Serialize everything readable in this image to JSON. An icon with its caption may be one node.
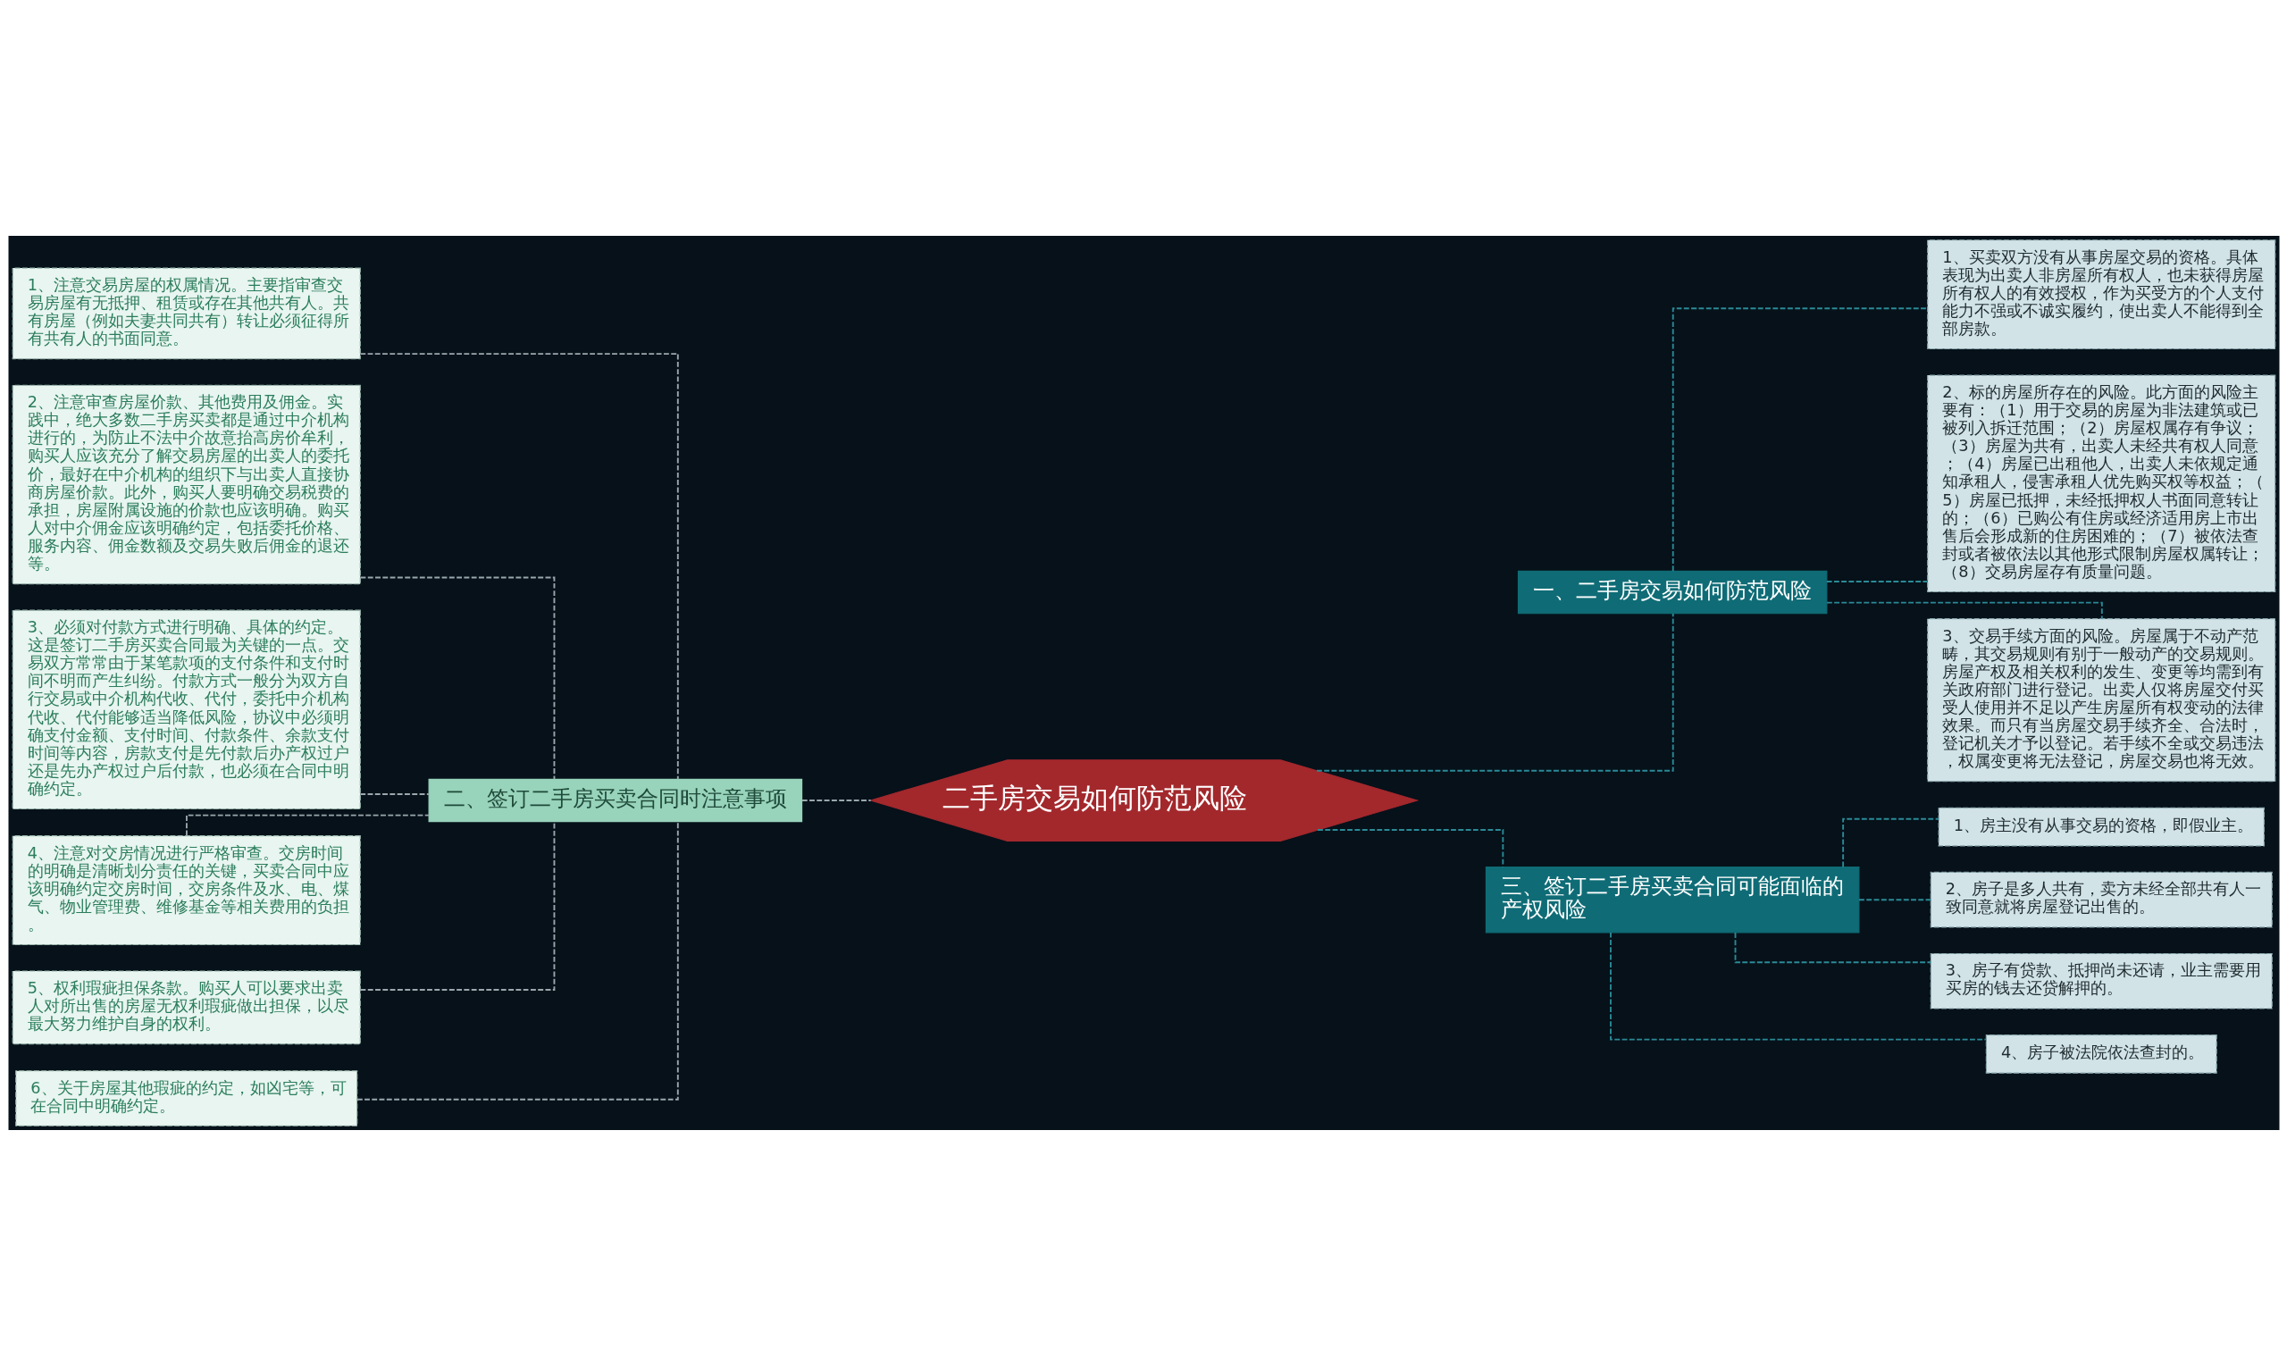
{
  "diagram": {
    "nodes": [
      {
        "text": [
          "二手房交易如何防范风险"
        ]
      },
      {
        "text": [
          "二、签订二手房买卖合同时注意事项"
        ]
      },
      {
        "text": [
          "1、注意交易房屋的权属情况。主要指审查交易房屋有无抵押、租赁或存在其他共有人。共有房屋（例如夫妻共同共有）转让必须征得所有共有人的书面同意。"
        ]
      },
      {
        "text": [
          "2、注意审查房屋价款、其他费用及佣金。实践中，绝大多数二手房买卖都是通过中介机构进行的，为防止不法中介故意抬高房价牟利，购买人应该充分了解交易房屋的出卖人的委托价，最好在中介机构的组织下与出卖人直接协商房屋价款。此外，购买人要明确交易税费的承担，房屋附属设施的价款也应该明确。购买人对中介佣金应该明确约定，包括委托价格、服务内容、佣金数额及交易失败后佣金的退还等。"
        ]
      },
      {
        "text": [
          "3、必须对付款方式进行明确、具体的约定。这是签订二手房买卖合同最为关键的一点。交易双方常常由于某笔款项的支付条件和支付时间不明而产生纠纷。付款方式一般分为双方自行交易或中介机构代收、代付，委托中介机构代收、代付能够适当降低风险，协议中必须明确支付金额、支付时间、付款条件、余款支付时间等内容，房款支付是先付款后办产权过户还是先办产权过户后付款，也必须在合同中明确约定。"
        ]
      },
      {
        "text": [
          "4、注意对交房情况进行严格审查。交房时间的明确是清晰划分责任的关键，买卖合同中应该明确约定交房时间，交房条件及水、电、煤气、物业管理费、维修基金等相关费用的负担。"
        ]
      },
      {
        "text": [
          "5、权利瑕疵担保条款。购买人可以要求出卖人对所出售的房屋无权利瑕疵做出担保，以尽最大努力维护自身的权利。"
        ]
      },
      {
        "text": [
          "6、关于房屋其他瑕疵的约定，如凶宅等，可在合同中明确约定。"
        ]
      },
      {
        "text": [
          "一、二手房交易如何防范风险"
        ]
      },
      {
        "text": [
          "1、买卖双方没有从事房屋交易的资格。具体表现为出卖人非房屋所有权人，也未获得房屋所有权人的有效授权，作为买受方的个人支付能力不强或不诚实履约，使出卖人不能得到全部房款。"
        ]
      },
      {
        "text": [
          "2、标的房屋所存在的风险。此方面的风险主要有：（1）用于交易的房屋为非法建筑或已被列入拆迁范围；（2）房屋权属存有争议；（3）房屋为共有，出卖人未经共有权人同意；（4）房屋已出租他人，出卖人未依规定通知承租人，侵害承租人优先购买权等权益；（5）房屋已抵押，未经抵押权人书面同意转让的；（6）已购公有住房或经济适用房上市出售后会形成新的住房困难的；（7）被依法查封或者被依法以其他形式限制房屋权属转让；（8）交易房屋存有质量问题。"
        ]
      },
      {
        "text": [
          "3、交易手续方面的风险。房屋属于不动产范畴，其交易规则有别于一般动产的交易规则。房屋产权及相关权利的发生、变更等均需到有关政府部门进行登记。出卖人仅将房屋交付买受人使用并不足以产生房屋所有权变动的法律效果。而只有当房屋交易手续齐全、合法时，登记机关才予以登记。若手续不全或交易违法，权属变更将无法登记，房屋交易也将无效。"
        ]
      },
      {
        "text": [
          "三、签订二手房买卖合同可能面临的产权风险"
        ]
      },
      {
        "text": [
          "1、房主没有从事交易的资格，即假业主。"
        ]
      },
      {
        "text": [
          "2、房子是多人共有，卖方未经全部共有人一致同意就将房屋登记出售的。"
        ]
      },
      {
        "text": [
          "3、房子有贷款、抵押尚未还请，业主需要用买房的钱去还贷解押的。"
        ]
      },
      {
        "text": [
          "4、房子被法院依法查封的。"
        ]
      }
    ],
    "edges": [
      {
        "from": 2,
        "to": 1,
        "arrow": "none",
        "color": "#9aa8ac"
      },
      {
        "from": 3,
        "to": 1,
        "arrow": "none",
        "color": "#9aa8ac"
      },
      {
        "from": 4,
        "to": 1,
        "arrow": "none",
        "color": "#9aa8ac"
      },
      {
        "from": 5,
        "to": 1,
        "arrow": "none",
        "color": "#9aa8ac"
      },
      {
        "from": 6,
        "to": 1,
        "arrow": "none",
        "color": "#9aa8ac"
      },
      {
        "from": 7,
        "to": 1,
        "arrow": "none",
        "color": "#9aa8ac"
      },
      {
        "from": 1,
        "to": 0,
        "arrow": "none",
        "color": "#9aa8ac"
      },
      {
        "from": 0,
        "to": 8,
        "arrow": "none"
      },
      {
        "from": 0,
        "to": 12,
        "arrow": "none"
      },
      {
        "from": 8,
        "to": 9,
        "arrow": "none"
      },
      {
        "from": 8,
        "to": 10,
        "arrow": "none"
      },
      {
        "from": 8,
        "to": 11,
        "arrow": "none"
      },
      {
        "from": 12,
        "to": 13,
        "arrow": "none"
      },
      {
        "from": 12,
        "to": 14,
        "arrow": "none"
      },
      {
        "from": 12,
        "to": 15,
        "arrow": "none"
      },
      {
        "from": 12,
        "to": 16,
        "arrow": "none"
      }
    ]
  }
}
